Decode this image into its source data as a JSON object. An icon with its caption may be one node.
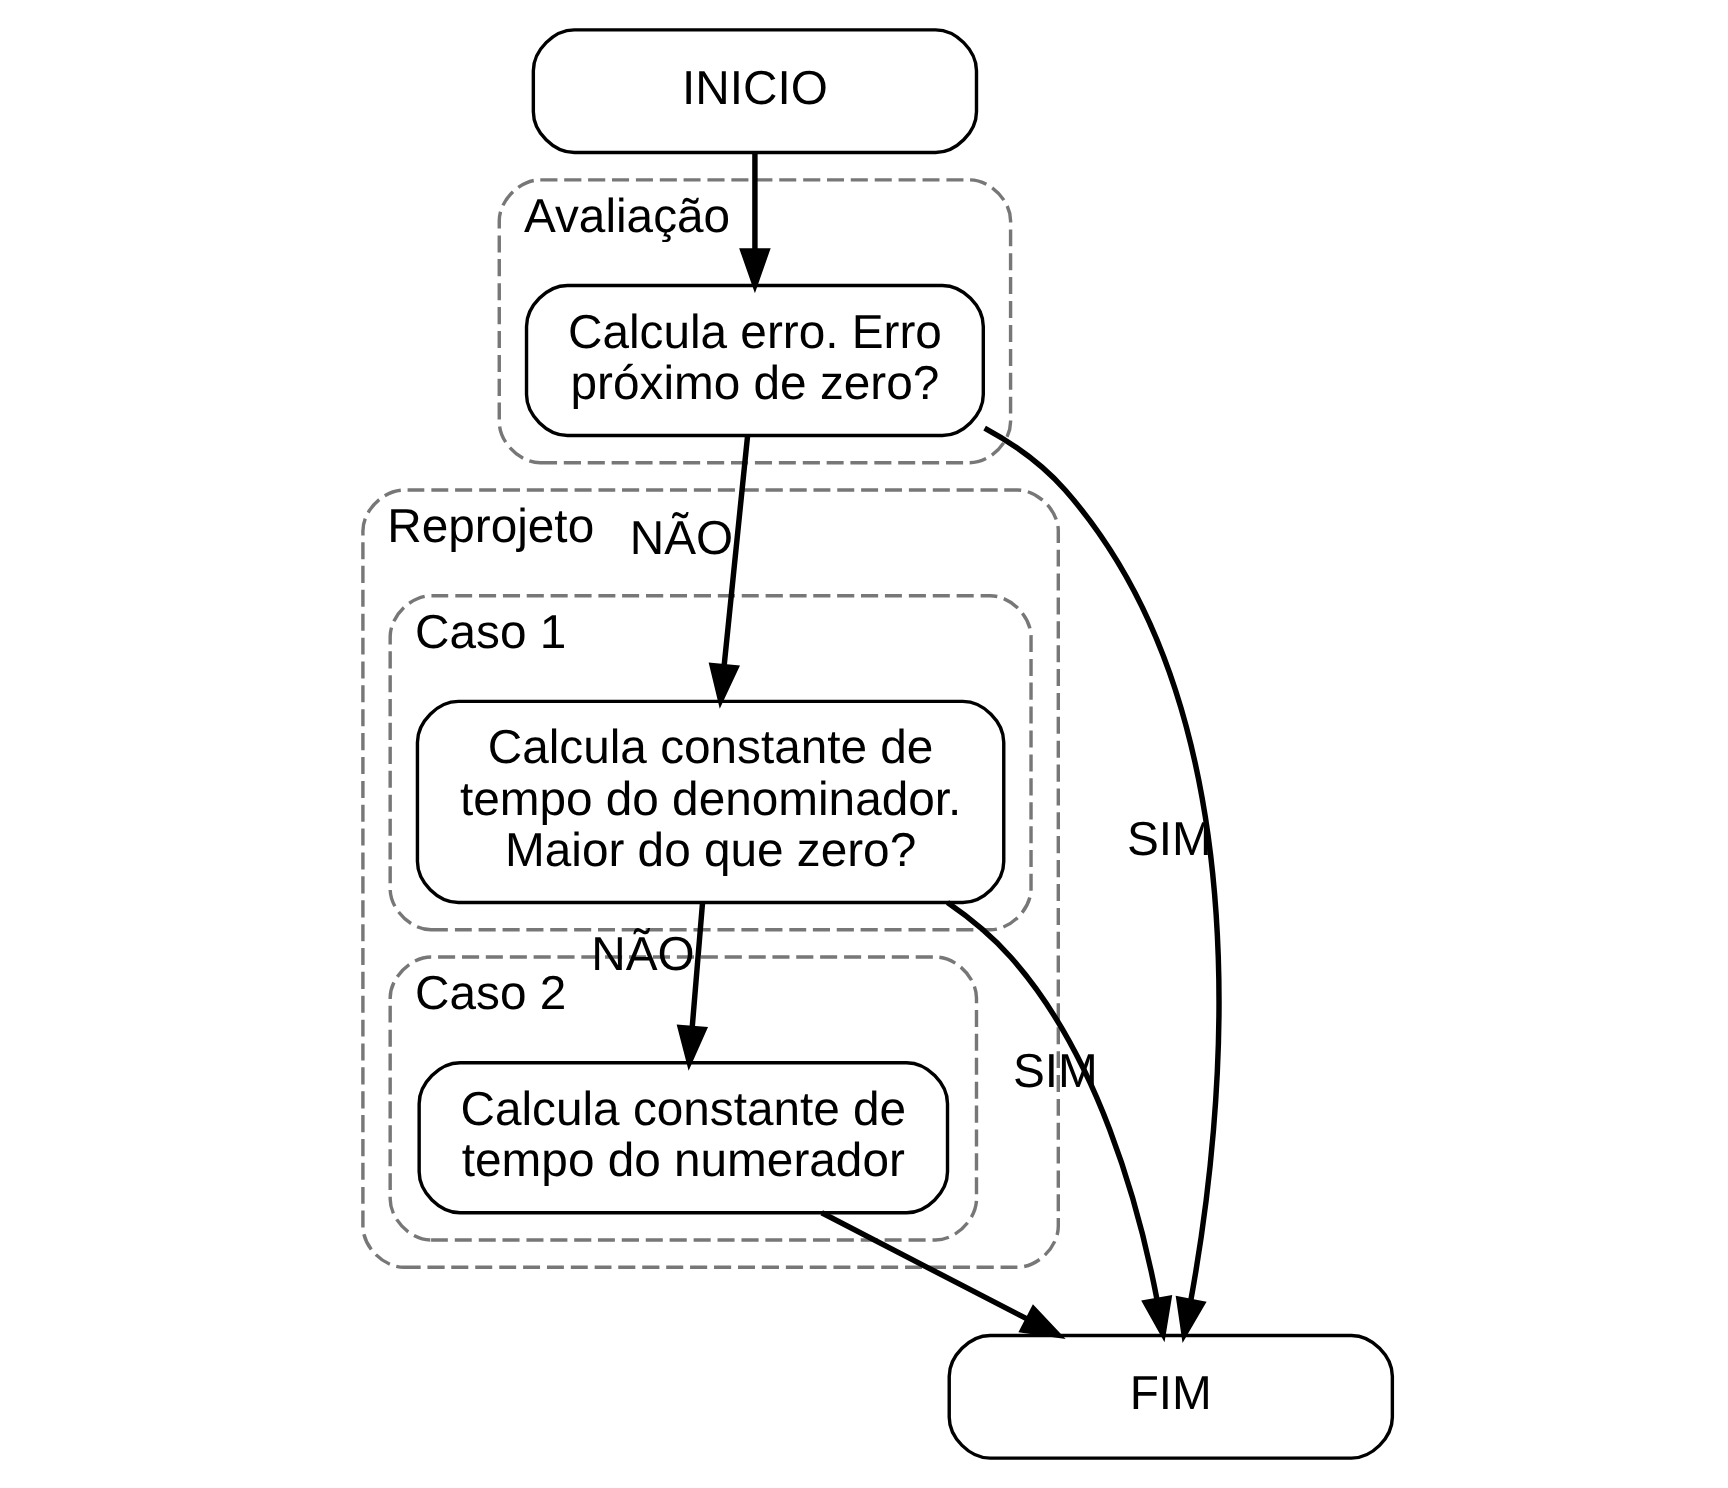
{
  "diagram": {
    "nodes": [
      {
        "text": [
          "INICIO"
        ]
      },
      {
        "text": [
          "Avaliação"
        ]
      },
      {
        "text": [
          "Calcula erro. Erro próximo de zero?"
        ],
        "in": 1
      },
      {
        "text": [
          "Reprojeto"
        ]
      },
      {
        "text": [
          "Caso 1"
        ],
        "in": 3
      },
      {
        "text": [
          "Calcula constante de tempo do denominador. Maior do que zero?"
        ],
        "in": 4
      },
      {
        "text": [
          "Caso 2"
        ],
        "in": 3
      },
      {
        "text": [
          "Calcula constante de tempo do numerador"
        ],
        "in": 6
      },
      {
        "text": [
          "FIM"
        ]
      }
    ],
    "edges": [
      {
        "from": 0,
        "to": 2,
        "arrow": "to"
      },
      {
        "from": 2,
        "to": 8,
        "arrow": "to",
        "label": "SIM"
      },
      {
        "from": 2,
        "to": 5,
        "arrow": "to",
        "label": "NÃO"
      },
      {
        "from": 5,
        "to": 8,
        "arrow": "to",
        "label": "SIM"
      },
      {
        "from": 5,
        "to": 7,
        "arrow": "to",
        "label": "NÃO"
      },
      {
        "from": 7,
        "to": 8,
        "arrow": "to"
      }
    ]
  }
}
